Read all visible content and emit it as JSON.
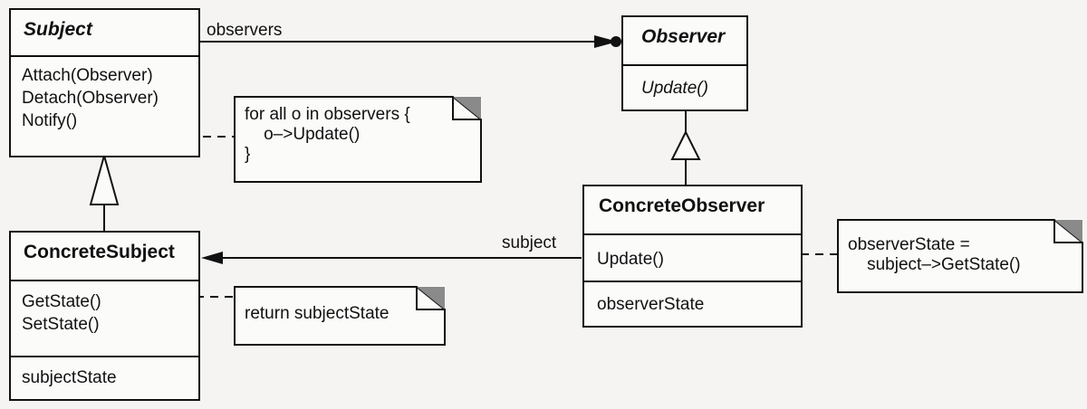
{
  "classes": {
    "subject": {
      "name": "Subject",
      "operations": [
        "Attach(Observer)",
        "Detach(Observer)",
        "Notify()"
      ]
    },
    "concrete_subject": {
      "name": "ConcreteSubject",
      "operations": [
        "GetState()",
        "SetState()"
      ],
      "attributes": [
        "subjectState"
      ]
    },
    "observer": {
      "name": "Observer",
      "operations": [
        "Update()"
      ]
    },
    "concrete_observer": {
      "name": "ConcreteObserver",
      "operations": [
        "Update()"
      ],
      "attributes": [
        "observerState"
      ]
    }
  },
  "notes": {
    "notify": "for all o in observers {\n    o–>Update()\n}",
    "getstate": "return subjectState",
    "update": "observerState =\n    subject–>GetState()"
  },
  "associations": {
    "observers": "observers",
    "subject": "subject"
  }
}
